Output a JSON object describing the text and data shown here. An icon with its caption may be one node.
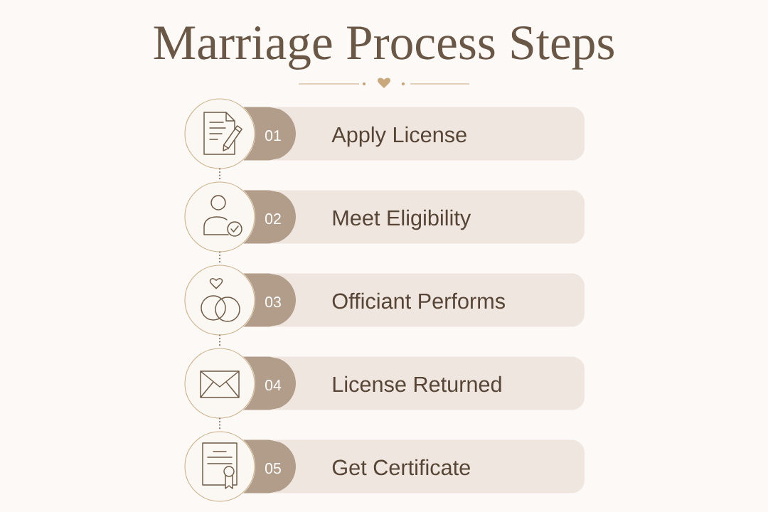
{
  "diagram": {
    "title": "Marriage Process Steps",
    "nodes": [
      {
        "text": [],
        "shape": "circle"
      },
      {
        "text": [
          "01",
          "Apply License"
        ]
      },
      {
        "text": [],
        "shape": "circle"
      },
      {
        "text": [
          "02",
          "Meet Eligibility"
        ]
      },
      {
        "text": [],
        "shape": "circle"
      },
      {
        "text": [
          "03",
          "Officiant Performs"
        ]
      },
      {
        "text": [],
        "shape": "circle"
      },
      {
        "text": [
          "04",
          "License Returned"
        ]
      },
      {
        "text": [],
        "shape": "circle"
      },
      {
        "text": [
          "05",
          "Get Certificate"
        ]
      }
    ],
    "edges": [
      {
        "from": 0,
        "to": 2,
        "arrow": "none",
        "style": "dashed"
      },
      {
        "from": 2,
        "to": 4,
        "arrow": "none",
        "style": "dashed"
      },
      {
        "from": 4,
        "to": 6,
        "arrow": "none",
        "style": "dashed"
      },
      {
        "from": 6,
        "to": 8,
        "arrow": "none",
        "style": "dashed"
      }
    ]
  }
}
